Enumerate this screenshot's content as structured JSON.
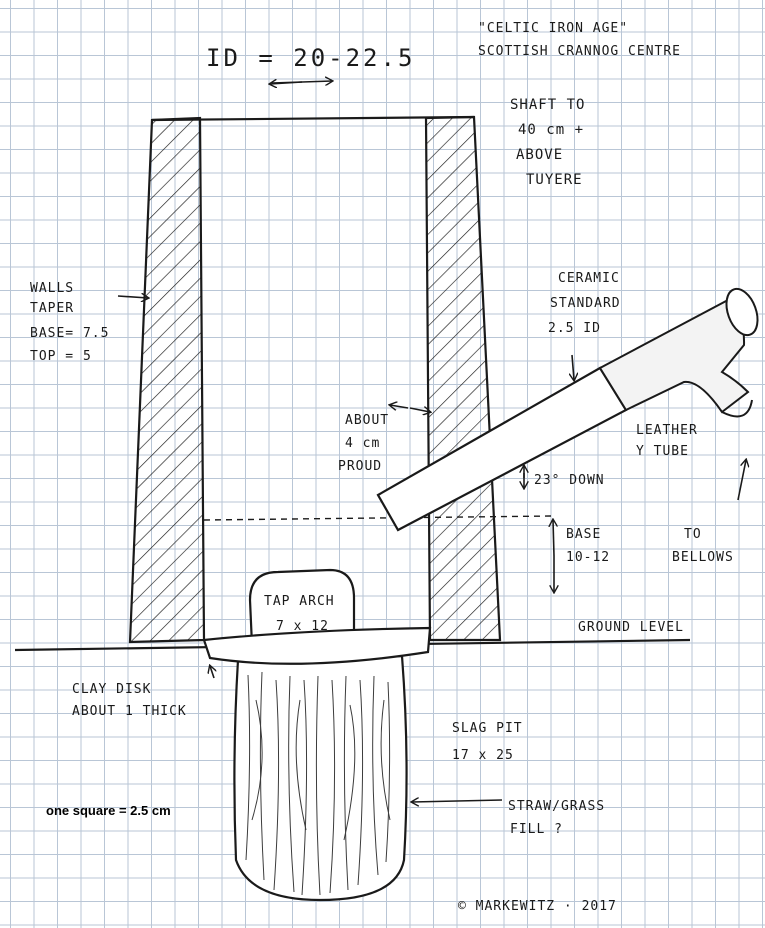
{
  "header": {
    "id_label": "ID = 20-22.5",
    "title_line1": "\"CELTIC IRON AGE\"",
    "title_line2": "SCOTTISH CRANNOG CENTRE"
  },
  "labels": {
    "shaft": [
      "SHAFT TO",
      "40 cm +",
      "ABOVE",
      "TUYERE"
    ],
    "walls": [
      "WALLS",
      "TAPER",
      "BASE= 7.5",
      "TOP = 5"
    ],
    "ceramic": [
      "CERAMIC",
      "STANDARD",
      "2.5 ID"
    ],
    "proud": [
      "ABOUT",
      "4 cm",
      "PROUD"
    ],
    "leather": [
      "LEATHER",
      "Y TUBE"
    ],
    "angle": "23° DOWN",
    "base": [
      "BASE",
      "10-12"
    ],
    "bellows": [
      "TO",
      "BELLOWS"
    ],
    "tap_arch": [
      "TAP ARCH",
      "7 x 12"
    ],
    "ground": "GROUND LEVEL",
    "clay_disk": [
      "CLAY DISK",
      "ABOUT 1 THICK"
    ],
    "slag_pit": [
      "SLAG PIT",
      "17 x 25"
    ],
    "fill": [
      "STRAW/GRASS",
      "FILL ?"
    ],
    "copyright": "© MARKEWITZ · 2017",
    "scale": "one square = 2.5 cm"
  },
  "colors": {
    "ink": "#1a1a1a",
    "grid": "#b9c6d6",
    "paper": "#ffffff"
  }
}
